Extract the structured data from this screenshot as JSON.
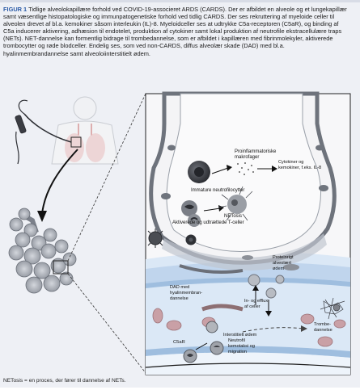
{
  "caption": {
    "figure_label": "FIGUR 1",
    "text": " Tidlige alveolokapillære forhold ved COVID-19-associeret ARDS (CARDS). Der er afbildet en alveole og et lungekapillær samt væsentlige histopatologiske og immunpatogenetiske forhold ved tidlig CARDS. Der ses rekruttering af myeloide celler til alveolen drevet af bl.a. kemokiner såsom interleukin (IL)-8. Myeloidceller ses at udtrykke C5a-receptoren (C5aR), og binding af C5a inducerer aktivering, adhæsion til endotelet, produktion af cytokiner samt lokal produktion af neutrofile ekstracellulære traps (NETs). NET-dannelse kan formentlig bidrage til trombedannelse, som er afbildet i kapillæren med fibrinmolekyler, aktiverede trombocytter og røde blodceller. Endelig ses, som ved non-CARDS, diffus alveolær skade (DAD) med bl.a. hyalinmembrandannelse samt alveoloiinterstitielt ødem."
  },
  "labels": {
    "macrophage": [
      "Proinflammatoriske",
      "makrofager"
    ],
    "cytokines": [
      "Cytokiner og",
      "kemokiner, f.eks. IL-8"
    ],
    "immature": "Immature neutrofilocytter",
    "netosis": "NETosis",
    "tcells": "Aktiverede og udtrættede T-celler",
    "protein_edema": [
      "Proteinrigt",
      "alveolært",
      "ødem"
    ],
    "dad": [
      "DAD med",
      "hyalinmembran-",
      "dannelse"
    ],
    "influx": [
      "In- og efflux",
      "af celler"
    ],
    "interstitial": "Interstitielt ødem",
    "thrombus": [
      "Trombe-",
      "dannelse"
    ],
    "c5ar": "C5aR",
    "neutrophil": [
      "Neutrofil",
      "kemotaksi og",
      "migration"
    ]
  },
  "footnote": "NETosis = en proces, der fører til dannelse af NETs.",
  "colors": {
    "alveolar_wall": "#8a8f99",
    "edema_blue": "#bcd3ec",
    "capillary": "#d6e6f5",
    "cell_dark": "#3d3f45",
    "rbc": "#c9a0a6"
  }
}
